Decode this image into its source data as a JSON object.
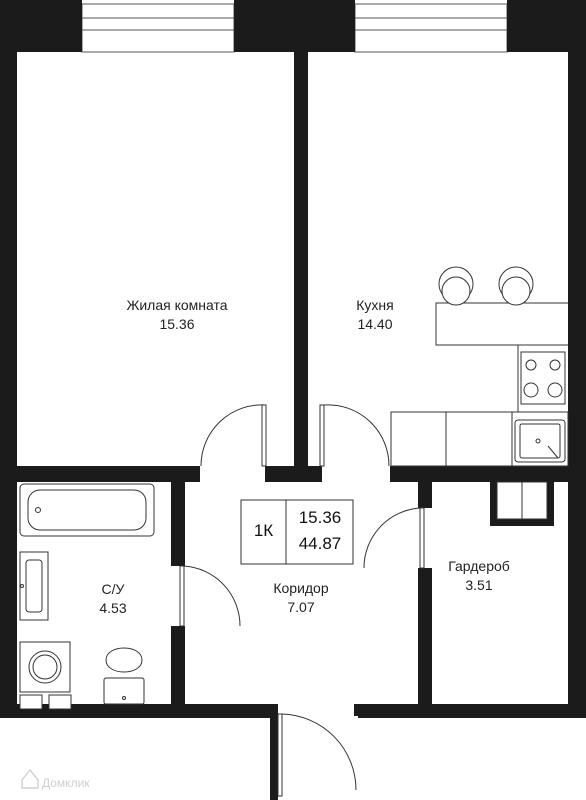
{
  "rooms": {
    "living": {
      "name": "Жилая комната",
      "area": "15.36"
    },
    "kitchen": {
      "name": "Кухня",
      "area": "14.40"
    },
    "bathroom": {
      "name": "С/У",
      "area": "4.53"
    },
    "corridor": {
      "name": "Коридор",
      "area": "7.07"
    },
    "wardrobe": {
      "name": "Гардероб",
      "area": "3.51"
    }
  },
  "summary": {
    "type": "1К",
    "living_area": "15.36",
    "total_area": "44.87"
  },
  "watermark": {
    "icon": "house-logo-icon",
    "text": "Домклик"
  },
  "colors": {
    "wall": "#1b1b1b",
    "line": "#333333",
    "background": "#ffffff"
  }
}
